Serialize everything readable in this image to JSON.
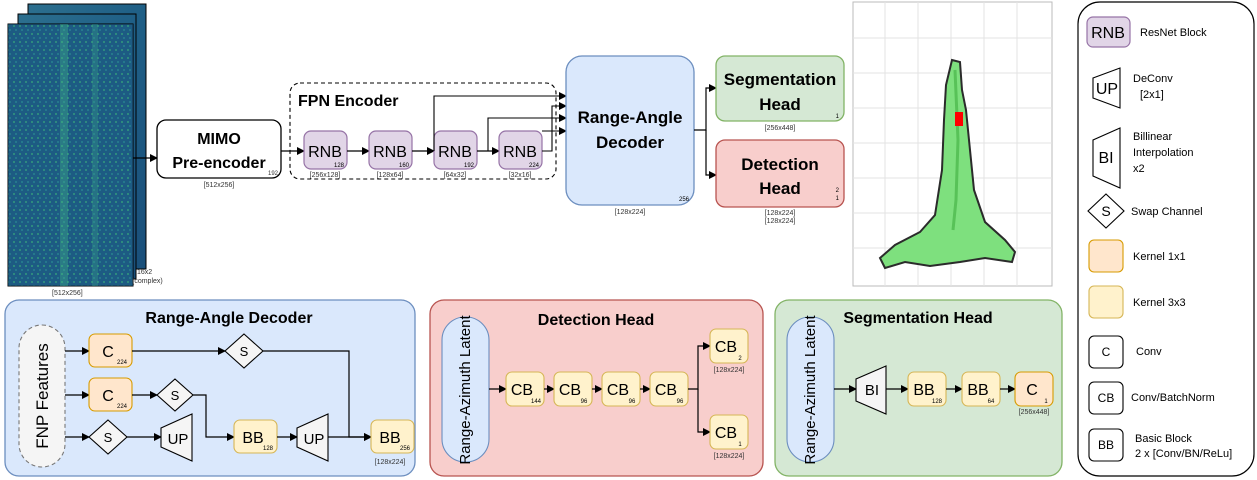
{
  "input": {
    "left_dim": "[512x256]",
    "right_dim": "16x2",
    "complex": "(complex)"
  },
  "mimo": {
    "line1": "MIMO",
    "line2": "Pre-encoder",
    "channels": "192",
    "dim": "[512x256]"
  },
  "fpn": {
    "title": "FPN Encoder",
    "blocks": [
      {
        "label": "RNB",
        "channels": "128",
        "dim": "[256x128]"
      },
      {
        "label": "RNB",
        "channels": "160",
        "dim": "[128x64]"
      },
      {
        "label": "RNB",
        "channels": "192",
        "dim": "[64x32]"
      },
      {
        "label": "RNB",
        "channels": "224",
        "dim": "[32x16]"
      }
    ]
  },
  "rad": {
    "line1": "Range-Angle",
    "line2": "Decoder",
    "channels": "256",
    "dim": "[128x224]"
  },
  "seg_head": {
    "line1": "Segmentation",
    "line2": "Head",
    "channels": "1",
    "dim": "[256x448]"
  },
  "det_head": {
    "line1": "Detection",
    "line2": "Head",
    "channels_a": "2",
    "channels_b": "1",
    "dim_a": "[128x224]",
    "dim_b": "[128x224]"
  },
  "legend": [
    {
      "symbol": "RNB",
      "text1": "ResNet Block",
      "text2": "",
      "text3": ""
    },
    {
      "symbol": "UP",
      "text1": "DeConv",
      "text2": "[2x1]",
      "text3": ""
    },
    {
      "symbol": "BI",
      "text1": "Billinear",
      "text2": "Interpolation",
      "text3": "x2"
    },
    {
      "symbol": "S",
      "text1": "Swap Channel",
      "text2": "",
      "text3": ""
    },
    {
      "symbol": "",
      "text1": "Kernel 1x1",
      "text2": "",
      "text3": ""
    },
    {
      "symbol": "",
      "text1": "Kernel 3x3",
      "text2": "",
      "text3": ""
    },
    {
      "symbol": "C",
      "text1": "Conv",
      "text2": "",
      "text3": ""
    },
    {
      "symbol": "CB",
      "text1": "Conv/BatchNorm",
      "text2": "",
      "text3": ""
    },
    {
      "symbol": "BB",
      "text1": "Basic Block",
      "text2": "2 x [Conv/BN/ReLu]",
      "text3": ""
    }
  ],
  "rad_panel": {
    "title": "Range-Angle Decoder",
    "fnp": "FNP Features",
    "c1": {
      "label": "C",
      "channels": "224"
    },
    "c2": {
      "label": "C",
      "channels": "224"
    },
    "s": "S",
    "up": "UP",
    "bb1": {
      "label": "BB",
      "channels": "128"
    },
    "bb2": {
      "label": "BB",
      "channels": "256",
      "dim": "[128x224]"
    }
  },
  "det_panel": {
    "title": "Detection Head",
    "latent": "Range-Azimuth Latent",
    "cbs": [
      {
        "label": "CB",
        "channels": "144"
      },
      {
        "label": "CB",
        "channels": "96"
      },
      {
        "label": "CB",
        "channels": "96"
      },
      {
        "label": "CB",
        "channels": "96"
      }
    ],
    "out_top": {
      "label": "CB",
      "channels": "2",
      "dim": "[128x224]"
    },
    "out_bottom": {
      "label": "CB",
      "channels": "1",
      "dim": "[128x224]"
    }
  },
  "seg_panel": {
    "title": "Segmentation  Head",
    "latent": "Range-Azimuth Latent",
    "bi": "BI",
    "bb1": {
      "label": "BB",
      "channels": "128"
    },
    "bb2": {
      "label": "BB",
      "channels": "64"
    },
    "c": {
      "label": "C",
      "channels": "1",
      "dim": "[256x448]"
    }
  },
  "colors": {
    "rnb": "#e1d5e7",
    "rnb_border": "#9673a6",
    "blue": "#dae8fc",
    "blue_border": "#6c8ebf",
    "green": "#d5e8d4",
    "green_border": "#82b366",
    "red": "#f8cecc",
    "red_border": "#b85450",
    "orange": "#ffe6cc",
    "orange_border": "#d79b00",
    "yellow": "#fff2cc",
    "yellow_border": "#d6b656"
  }
}
